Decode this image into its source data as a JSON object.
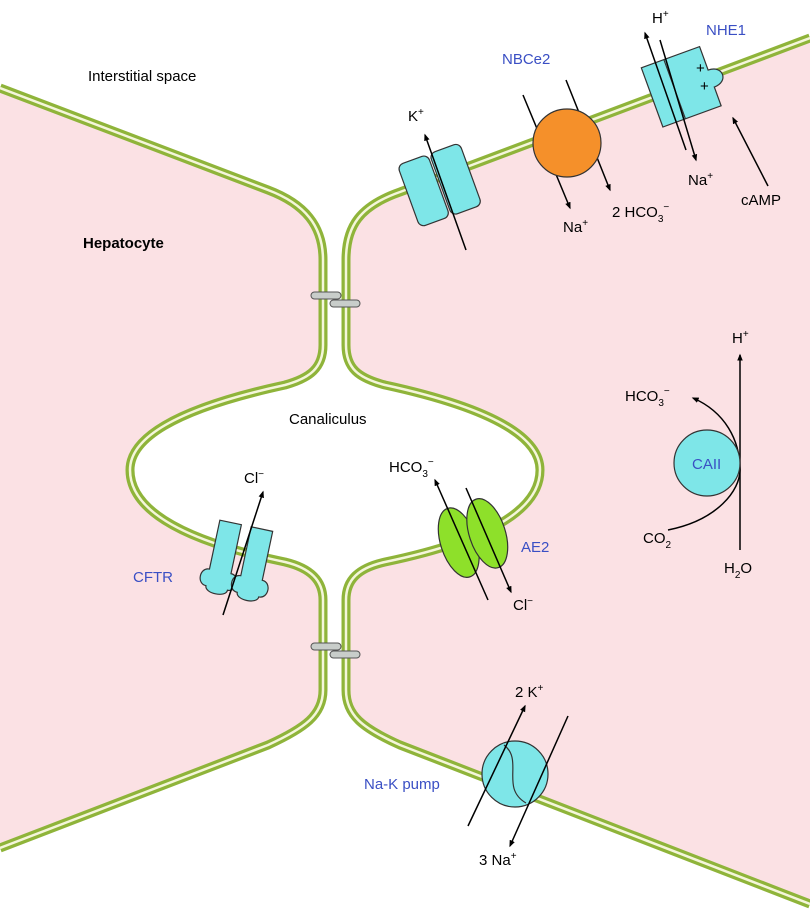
{
  "labels": {
    "interstitial": "Interstitial space",
    "hepatocyte": "Hepatocyte",
    "canaliculus": "Canaliculus"
  },
  "transporters": {
    "nbce2": "NBCe2",
    "nhe1": "NHE1",
    "cftr": "CFTR",
    "ae2": "AE2",
    "caii": "CAII",
    "na_k_pump": "Na-K pump"
  },
  "ions": {
    "k_base": "K",
    "k_sup": "+",
    "h_top_base": "H",
    "h_top_sup": "+",
    "na_nbc_base": "Na",
    "na_nbc_sup": "+",
    "hco3_nbc_pre": "2 HCO",
    "hco3_nbc_sub": "3",
    "hco3_nbc_sup": "−",
    "na_nhe_base": "Na",
    "na_nhe_sup": "+",
    "camp": "cAMP",
    "h_ca_base": "H",
    "h_ca_sup": "+",
    "hco3_ca_pre": "HCO",
    "hco3_ca_sub": "3",
    "hco3_ca_sup": "−",
    "co2_base": "CO",
    "co2_sub": "2",
    "h2o_pre": "H",
    "h2o_sub": "2",
    "h2o_post": "O",
    "cl_cftr_base": "Cl",
    "cl_cftr_sup": "−",
    "hco3_ae_pre": "HCO",
    "hco3_ae_sub": "3",
    "hco3_ae_sup": "−",
    "cl_ae_base": "Cl",
    "cl_ae_sup": "−",
    "k2_pre": "2 K",
    "k2_sup": "+",
    "na3_pre": "3 Na",
    "na3_sup": "+"
  },
  "nhe1_charges": [
    "+",
    "+"
  ],
  "colors": {
    "cytoplasm": "#fbe1e4",
    "membrane": "#8fb43a",
    "membrane_core": "#f4f6da",
    "channel": "#7ee6e8",
    "nbce2": "#f5902a",
    "ae2": "#8ee02a",
    "junction": "#c8cdca",
    "blue_label": "#3a4fc4"
  }
}
